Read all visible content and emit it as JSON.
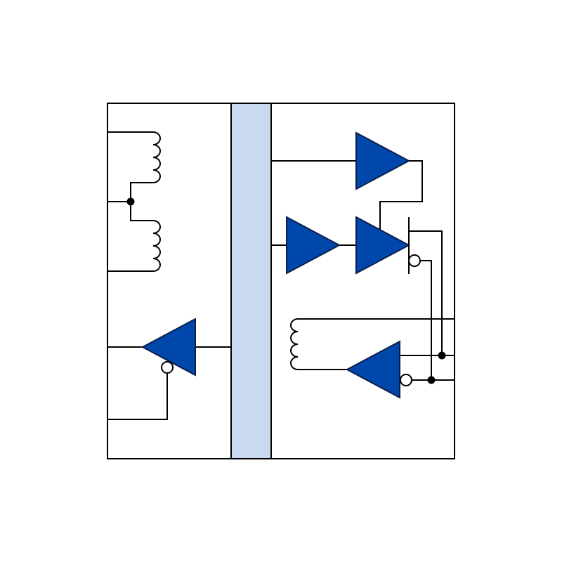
{
  "diagram": {
    "colors": {
      "background": "#ffffff",
      "line": "#000000",
      "buffer_fill": "#0047ab",
      "bus_fill": "#c9daf0"
    },
    "components": [
      {
        "kind": "coil",
        "count": 3
      },
      {
        "kind": "buffer",
        "count": 5
      },
      {
        "kind": "inversion-bubble",
        "count": 3
      },
      {
        "kind": "junction-dot",
        "count": 3
      }
    ]
  }
}
